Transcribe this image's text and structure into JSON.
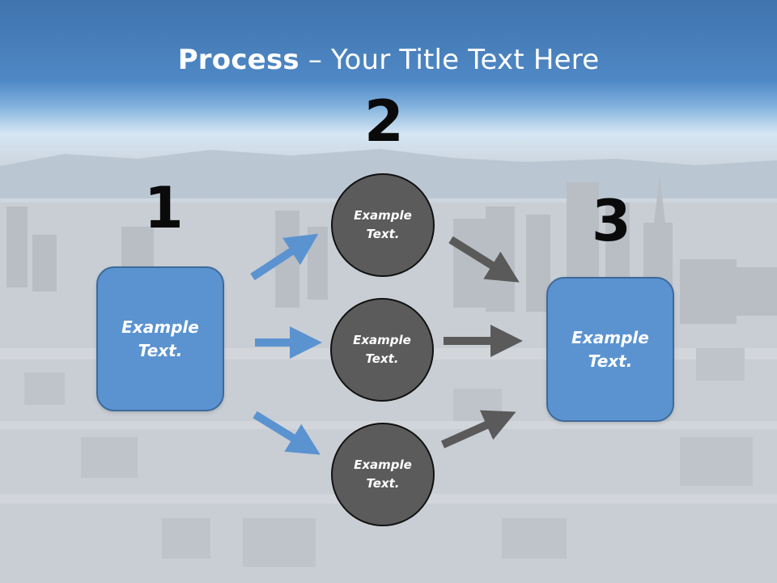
{
  "title": {
    "bold": "Process",
    "rest": " – Your Title Text Here"
  },
  "steps": {
    "one": "1",
    "two": "2",
    "three": "3"
  },
  "boxes": {
    "left": "Example Text.",
    "right": "Example Text."
  },
  "circles": {
    "top": "Example Text.",
    "middle": "Example Text.",
    "bottom": "Example Text."
  },
  "colors": {
    "title_band": "#4f88c6",
    "box_fill": "#5b93d1",
    "circle_fill": "#5b5b5b",
    "blue_arrow": "#5b93d1",
    "gray_arrow": "#5a5a5a"
  },
  "icons": {
    "background": "city-skyline-photo",
    "connector": "arrow-right"
  }
}
